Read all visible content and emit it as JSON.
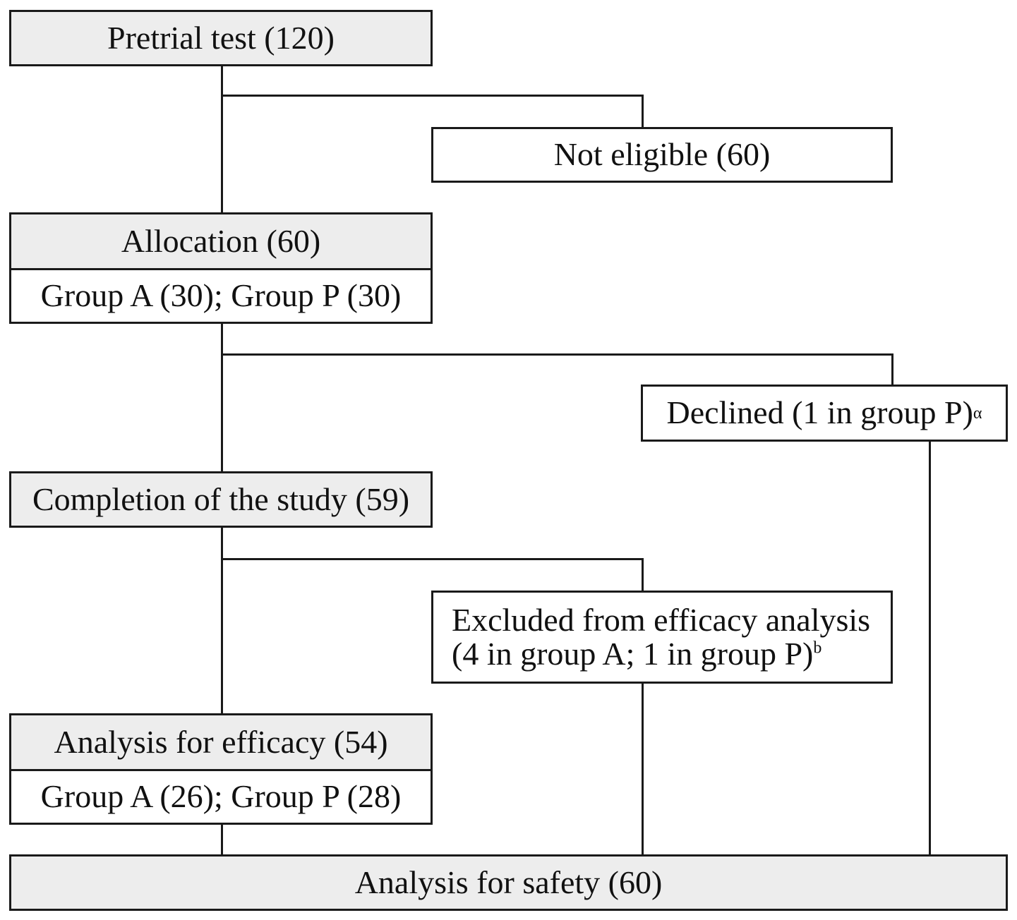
{
  "flowchart": {
    "pretrial": "Pretrial test (120)",
    "not_eligible": "Not eligible (60)",
    "allocation": {
      "title": "Allocation (60)",
      "groups": "Group A (30); Group P (30)"
    },
    "declined": {
      "text": "Declined (1 in group P)",
      "footnote": "α"
    },
    "completion": "Completion of the study (59)",
    "excluded": {
      "line1": "Excluded from efficacy analysis",
      "line2": "(4 in group A; 1 in group P)",
      "footnote": "b"
    },
    "efficacy": {
      "title": "Analysis for efficacy (54)",
      "groups": "Group A (26); Group P (28)"
    },
    "safety": "Analysis for safety (60)"
  }
}
